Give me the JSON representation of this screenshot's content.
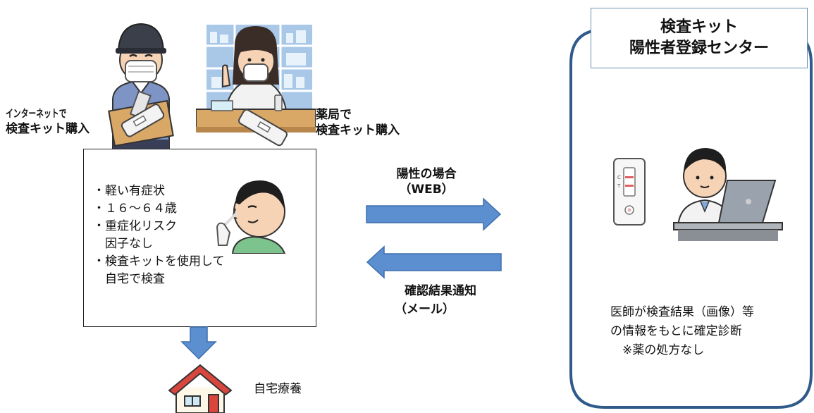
{
  "purchase": {
    "internet": [
      "インターネットで",
      "検査キット購入"
    ],
    "pharmacy": [
      "薬局で",
      "検査キット購入"
    ]
  },
  "conditions": [
    "・軽い有症状",
    "・１６～６４歳",
    "・重症化リスク",
    "　因子なし",
    "・検査キットを使用して",
    "　自宅で検査"
  ],
  "flow": {
    "positive_label": "陽性の場合",
    "positive_sub": "（WEB）",
    "result_label": "確認結果通知",
    "result_sub": "（メール）",
    "home_care": "自宅療養"
  },
  "center": {
    "title_line1": "検査キット",
    "title_line2": "陽性者登録センター",
    "description": [
      "医師が検査結果（画像）等",
      "の情報をもとに確定診断",
      "　※薬の処方なし"
    ]
  },
  "test_kit_marks": [
    "C",
    "T"
  ],
  "colors": {
    "arrow": "#5b8fd0",
    "arrow_border": "#3e6fae",
    "panel_border": "#2f5a8a",
    "house_roof": "#d9463e",
    "shirt": "#7cc38d",
    "skin": "#f7d3b5"
  }
}
